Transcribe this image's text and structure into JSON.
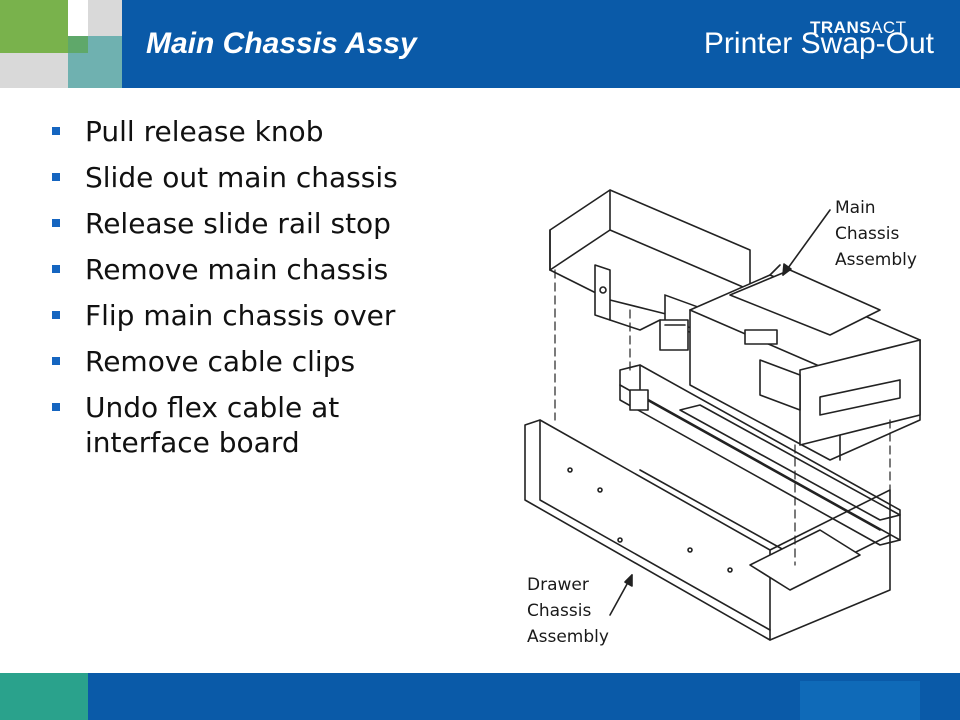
{
  "header": {
    "title": "Main Chassis Assy",
    "subtitle": "Printer Swap-Out"
  },
  "bullets": [
    "Pull release knob",
    "Slide out main chassis",
    "Release slide rail stop",
    "Remove main chassis",
    "Flip main chassis over",
    "Remove cable clips",
    "Undo flex cable at interface board"
  ],
  "diagram": {
    "callout_main": [
      "Main",
      "Chassis",
      "Assembly"
    ],
    "callout_drawer": [
      "Drawer",
      "Chassis",
      "Assembly"
    ]
  },
  "footer": {
    "brand_bold": "TRANS",
    "brand_regular": "ACT"
  },
  "colors": {
    "header_blue": "#0a5aa8",
    "accent_green": "#79b24c",
    "accent_teal": "#6fb1b0",
    "bullet_blue": "#1565c0"
  }
}
